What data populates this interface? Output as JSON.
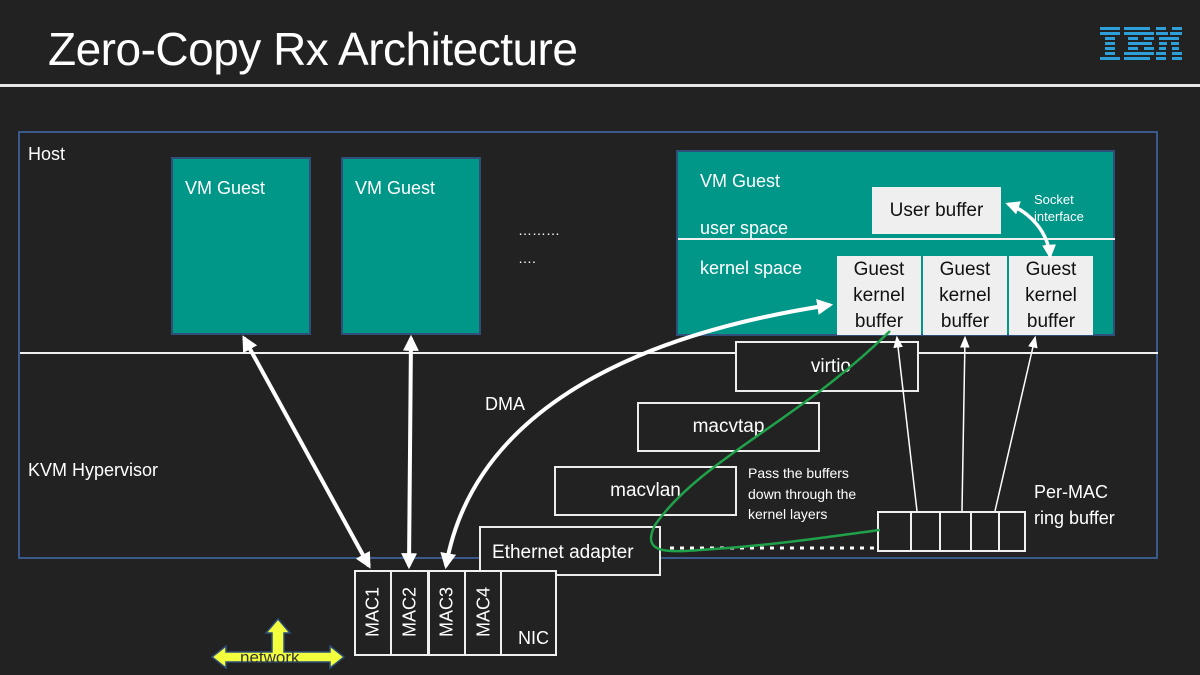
{
  "slide": {
    "title": "Zero-Copy Rx Architecture",
    "logo": "IBM",
    "colors": {
      "background": "#222222",
      "vm_guest": "#009688",
      "buffer": "#efefef",
      "host_border": "#3a5a8c",
      "green_path": "#1fa24a",
      "network_arrow": "#f2ff3c",
      "logo": "#2d9fd9"
    }
  },
  "host": {
    "label": "Host",
    "hypervisor_label": "KVM Hypervisor"
  },
  "vm_guests": [
    {
      "label": "VM Guest"
    },
    {
      "label": "VM Guest"
    },
    {
      "label": "VM Guest",
      "user_space_label": "user space",
      "kernel_space_label": "kernel space",
      "user_buffer_label": "User buffer",
      "socket_interface_label": "Socket interface",
      "kernel_buffers": [
        "Guest kernel buffer",
        "Guest kernel buffer",
        "Guest kernel buffer"
      ]
    }
  ],
  "ellipsis": {
    "line1": "………",
    "line2": "…."
  },
  "layers": {
    "virtio": "virtio",
    "macvtap": "macvtap",
    "macvlan": "macvlan",
    "ethernet_adapter": "Ethernet adapter"
  },
  "dma_label": "DMA",
  "pass_buffers_note": "Pass the buffers down through the kernel layers",
  "ring_buffer_label": "Per-MAC ring buffer",
  "nic": {
    "label": "NIC",
    "macs": [
      "MAC1",
      "MAC2",
      "MAC3",
      "MAC4"
    ]
  },
  "network_label": "network"
}
